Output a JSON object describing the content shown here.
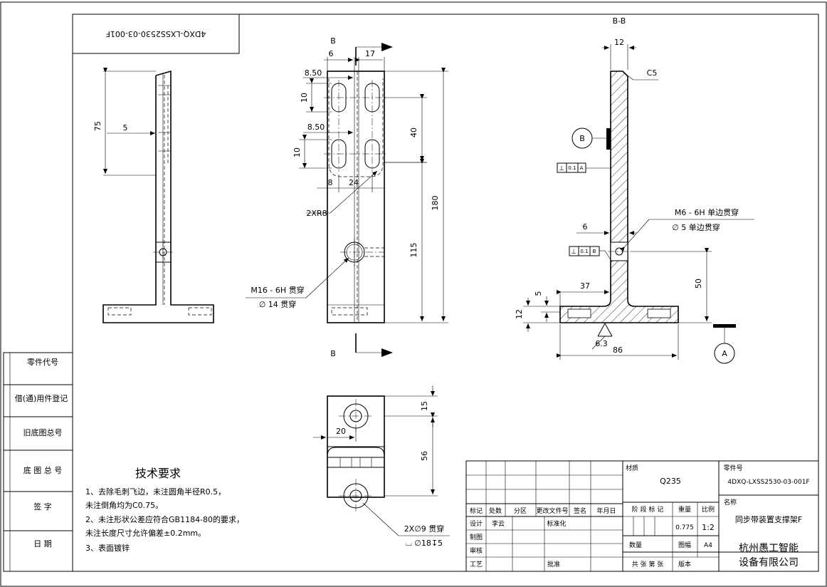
{
  "drawing": {
    "rotated_code": "4DXQ-LXSS2530-03-001F",
    "section_mark": "B",
    "section_title": "B-B",
    "datum_a": "A",
    "datum_b": "B"
  },
  "left_view": {
    "dims": {
      "d75": "75",
      "d5": "5"
    }
  },
  "front_view": {
    "dims": {
      "d6": "6",
      "d17": "17",
      "d850a": "8.50",
      "d10a": "10",
      "d850b": "8.50",
      "d10b": "10",
      "d8": "8",
      "d24": "24",
      "d40": "40",
      "d180": "180",
      "d115": "115"
    },
    "labels": {
      "r8": "2XR8",
      "m16": "M16 - 6H 贯穿",
      "phi14": "∅ 14 贯穿"
    }
  },
  "bottom_view": {
    "dims": {
      "d15": "15",
      "d20": "20",
      "d56": "56"
    },
    "labels": {
      "holes": "2X∅9 贯穿",
      "cbore": "⌴ ∅18↧5"
    }
  },
  "section_view": {
    "dims": {
      "d12": "12",
      "d6": "6",
      "d37": "37",
      "d5": "5",
      "d12b": "12",
      "d50": "50",
      "d86": "86"
    },
    "labels": {
      "chamfer": "C5",
      "m6": "M6 - 6H 单边贯穿",
      "phi5": "∅ 5 单边贯穿",
      "rough": "6.3",
      "gdt1": {
        "sym": "⊥",
        "tol": "0.1",
        "ref": "A"
      },
      "gdt2": {
        "sym": "⊥",
        "tol": "0.1",
        "ref": "B"
      }
    }
  },
  "side_labels": [
    "零件代号",
    "借(通)用件登记",
    "旧底图总号",
    "底 图 总 号",
    "签    字",
    "日    期"
  ],
  "notes": {
    "title": "技术要求",
    "lines": [
      "1、去除毛刺飞边，未注圆角半径R0.5，",
      "   未注倒角均为C0.75。",
      "2、未注形状公差应符合GB1184-80的要求，",
      "   未注长度尺寸允许偏差±0.2mm。",
      "3、表面镀锌"
    ]
  },
  "title_block": {
    "material_label": "材质",
    "material": "Q235",
    "part_no_label": "零件号",
    "part_no": "4DXQ-LXSS2530-03-001F",
    "name_label": "名称",
    "name": "同步带装置支撑架F",
    "header": [
      "标记",
      "处数",
      "分区",
      "更改文件号",
      "签名",
      "年月日"
    ],
    "design_label": "设计",
    "designer": "李云",
    "standard_label": "标准化",
    "draw_label": "制图",
    "review_label": "审核",
    "process_label": "工艺",
    "approve_label": "批准",
    "stage_label": "阶 段 标 记",
    "weight_label": "重量",
    "scale_label": "比例",
    "weight": "0.775",
    "scale": "1:2",
    "qty_label": "数量",
    "sheet_label": "图幅",
    "sheet": "A4",
    "sheets_label": "共  张  第  张",
    "version_label": "版本",
    "company_line1": "杭州愚工智能",
    "company_line2": "设备有限公司"
  }
}
